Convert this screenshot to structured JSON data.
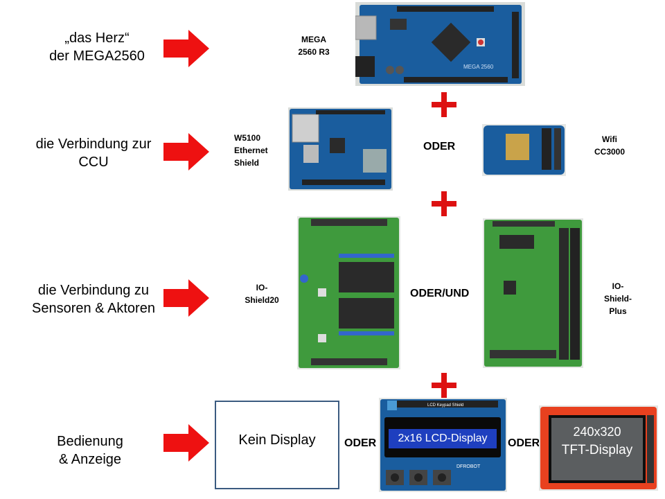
{
  "rows": [
    {
      "label_lines": [
        "„das Herz“",
        "der MEGA2560"
      ]
    },
    {
      "label_lines": [
        "die Verbindung zur",
        "CCU"
      ]
    },
    {
      "label_lines": [
        "die Verbindung  zu",
        "Sensoren & Aktoren"
      ]
    },
    {
      "label_lines": [
        "Bedienung",
        "& Anzeige"
      ]
    }
  ],
  "captions": {
    "mega": [
      "MEGA",
      "2560 R3"
    ],
    "w5100": [
      "W5100",
      "Ethernet",
      "Shield"
    ],
    "wifi": [
      "Wifi",
      "CC3000"
    ],
    "io20": [
      "IO-",
      "Shield20"
    ],
    "ioplus": [
      "IO-",
      "Shield-",
      "Plus"
    ]
  },
  "connectors": {
    "oder_ccu": "ODER",
    "oder_und": "ODER/UND",
    "oder_display_1": "ODER",
    "oder_display_2": "ODER"
  },
  "displays": {
    "none": "Kein Display",
    "lcd": "2x16 LCD-Display",
    "tft_line1": "240x320",
    "tft_line2": "TFT-Display"
  },
  "board_pcb_text": {
    "mega": "MEGA 2560",
    "lcd_shield_top": "LCD Keypad Shield",
    "lcd_shield_brand": "DFROBOT"
  },
  "colors": {
    "arrow": "#ee1111",
    "plus": "#dd1111",
    "pcb_blue": "#1a5d9e",
    "pcb_green": "#3f9a3d",
    "tft_red": "#e8411f",
    "box_border": "#3a5a80"
  }
}
